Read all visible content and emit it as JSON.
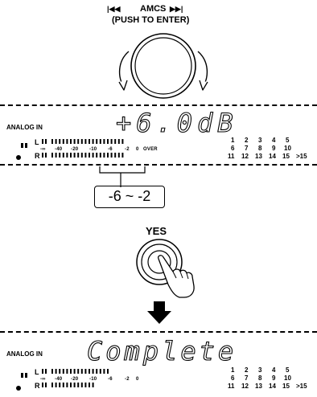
{
  "knob": {
    "title": "AMCS",
    "subtitle": "(PUSH TO ENTER)"
  },
  "display1": {
    "input_label": "ANALOG IN",
    "readout": "+6.0dB",
    "meter_L": "L",
    "meter_R": "R",
    "scale": [
      "-∞",
      "-40",
      "-20",
      "-10",
      "-6",
      "-2",
      "0",
      "OVER"
    ],
    "tracks_row1": [
      "1",
      "2",
      "3",
      "4",
      "5"
    ],
    "tracks_row2": [
      "6",
      "7",
      "8",
      "9",
      "10"
    ],
    "tracks_row3": [
      "11",
      "12",
      "13",
      "14",
      "15",
      ">15"
    ]
  },
  "callout": {
    "text": "-6 ~ -2"
  },
  "yes_button": {
    "label": "YES"
  },
  "display2": {
    "input_label": "ANALOG IN",
    "readout": "Complete",
    "meter_L": "L",
    "meter_R": "R",
    "scale": [
      "-∞",
      "-40",
      "-20",
      "-10",
      "-6",
      "-2",
      "0"
    ],
    "tracks_row1": [
      "1",
      "2",
      "3",
      "4",
      "5"
    ],
    "tracks_row2": [
      "6",
      "7",
      "8",
      "9",
      "10"
    ],
    "tracks_row3": [
      "11",
      "12",
      "13",
      "14",
      "15",
      ">15"
    ]
  }
}
